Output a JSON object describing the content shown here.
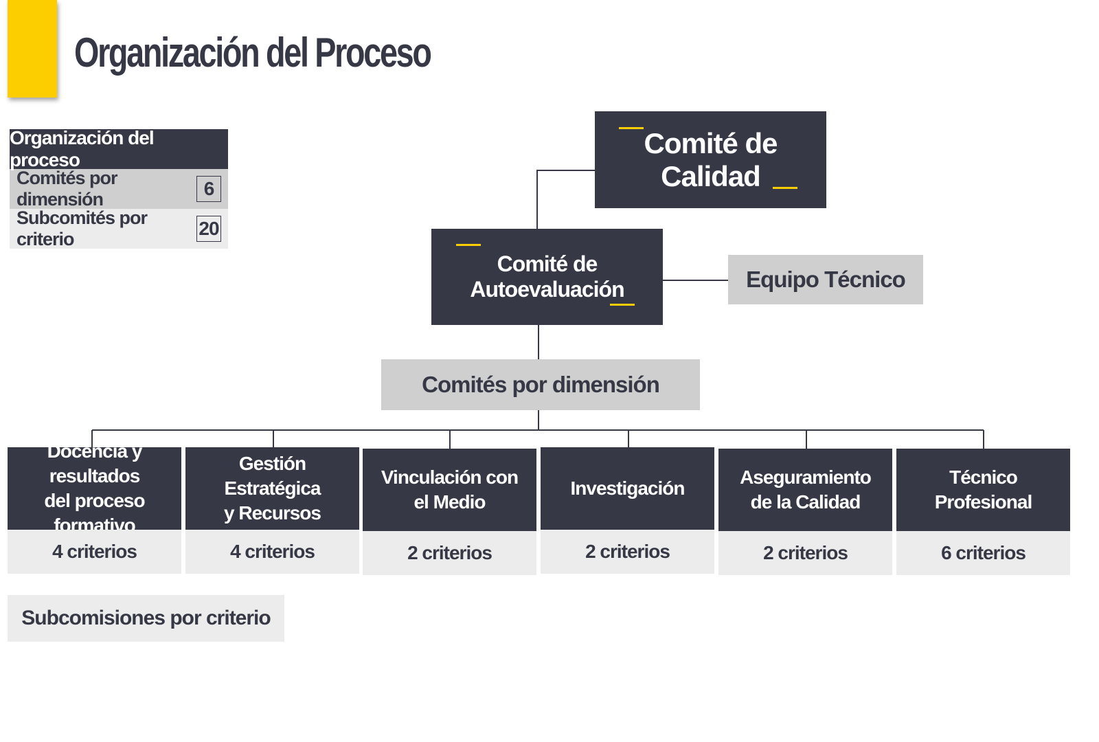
{
  "page": {
    "title": "Organización del Proceso"
  },
  "summary": {
    "header": "Organización del proceso",
    "rows": [
      {
        "label": "Comités por dimensión",
        "count": "6"
      },
      {
        "label": "Subcomités por criterio",
        "count": "20"
      }
    ]
  },
  "org": {
    "top": "Comité de Calidad",
    "middle": "Comité de Autoevaluación",
    "side": "Equipo Técnico",
    "dimension_group": "Comités por dimensión",
    "dimensions": [
      {
        "name_line1": "Docencia y resultados",
        "name_line2": "del proceso formativo",
        "criteria": "4 criterios"
      },
      {
        "name_line1": "Gestión Estratégica",
        "name_line2": "y Recursos",
        "criteria": "4 criterios"
      },
      {
        "name_line1": "Vinculación con",
        "name_line2": "el Medio",
        "criteria": "2 criterios"
      },
      {
        "name_line1": "Investigación",
        "name_line2": "",
        "criteria": "2 criterios"
      },
      {
        "name_line1": "Aseguramiento",
        "name_line2": "de la Calidad",
        "criteria": "2 criterios"
      },
      {
        "name_line1": "Técnico Profesional",
        "name_line2": "",
        "criteria": "6 criterios"
      }
    ],
    "subcommissions": "Subcomisiones por criterio"
  },
  "colors": {
    "dark": "#363845",
    "accent": "#fcce00",
    "light_gray": "#cfcfcf",
    "pale_gray": "#ececec"
  }
}
